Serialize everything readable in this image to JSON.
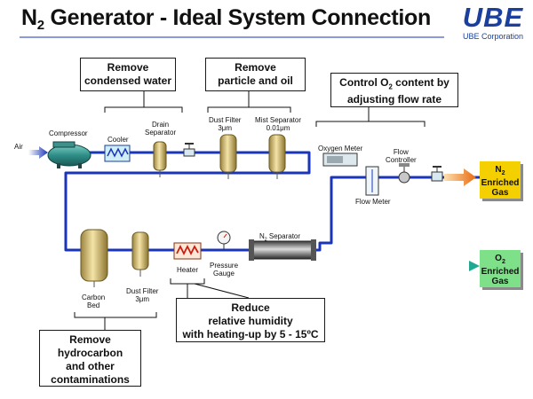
{
  "title": {
    "main_pre": "N",
    "main_sub": "2",
    "main_post": " Generator - Ideal System Connection"
  },
  "logo": {
    "mark": "UBE",
    "text": "UBE Corporation"
  },
  "callouts": {
    "condensed": {
      "line1": "Remove",
      "line2": "condensed water"
    },
    "particle": {
      "line1": "Remove",
      "line2": "particle and oil"
    },
    "o2control": {
      "line1_pre": "Control O",
      "line1_sub": "2",
      "line1_post": " content by",
      "line2": "adjusting flow rate"
    },
    "hydrocarbon": {
      "line1": "Remove",
      "line2": "hydrocarbon",
      "line3": "and other",
      "line4": "contaminations"
    },
    "humidity": {
      "line1": "Reduce",
      "line2": "relative humidity",
      "line3": "with heating-up by 5 - 15ºC"
    }
  },
  "labels": {
    "air": "Air",
    "compressor": "Compressor",
    "cooler": "Cooler",
    "drain1": "Drain",
    "drain2": "Separator",
    "dust1_l1": "Dust Filter",
    "dust1_l2": "3μm",
    "mist_l1": "Mist Separator",
    "mist_l2": "0.01μm",
    "oxygen_meter": "Oxygen Meter",
    "flow_controller_l1": "Flow",
    "flow_controller_l2": "Controller",
    "flow_meter": "Flow Meter",
    "carbon_l1": "Carbon",
    "carbon_l2": "Bed",
    "dust2_l1": "Dust Filter",
    "dust2_l2": "3μm",
    "heater": "Heater",
    "pressure_l1": "Pressure",
    "pressure_l2": "Gauge",
    "n2sep_pre": "N",
    "n2sep_sub": "2",
    "n2sep_post": " Separator"
  },
  "outputs": {
    "n2": {
      "l1_pre": "N",
      "l1_sub": "2",
      "l2": "Enriched",
      "l3": "Gas",
      "color": "#f5d000"
    },
    "o2": {
      "l1_pre": "O",
      "l1_sub": "2",
      "l2": "Enriched",
      "l3": "Gas",
      "color": "#7fe08a"
    }
  },
  "colors": {
    "pipe": "#1a35b8",
    "o2_stream": "#1a9a8a",
    "n2_arrow": "#f08a20",
    "tank": "#d8c078",
    "vessel": "#3f8f8a"
  }
}
